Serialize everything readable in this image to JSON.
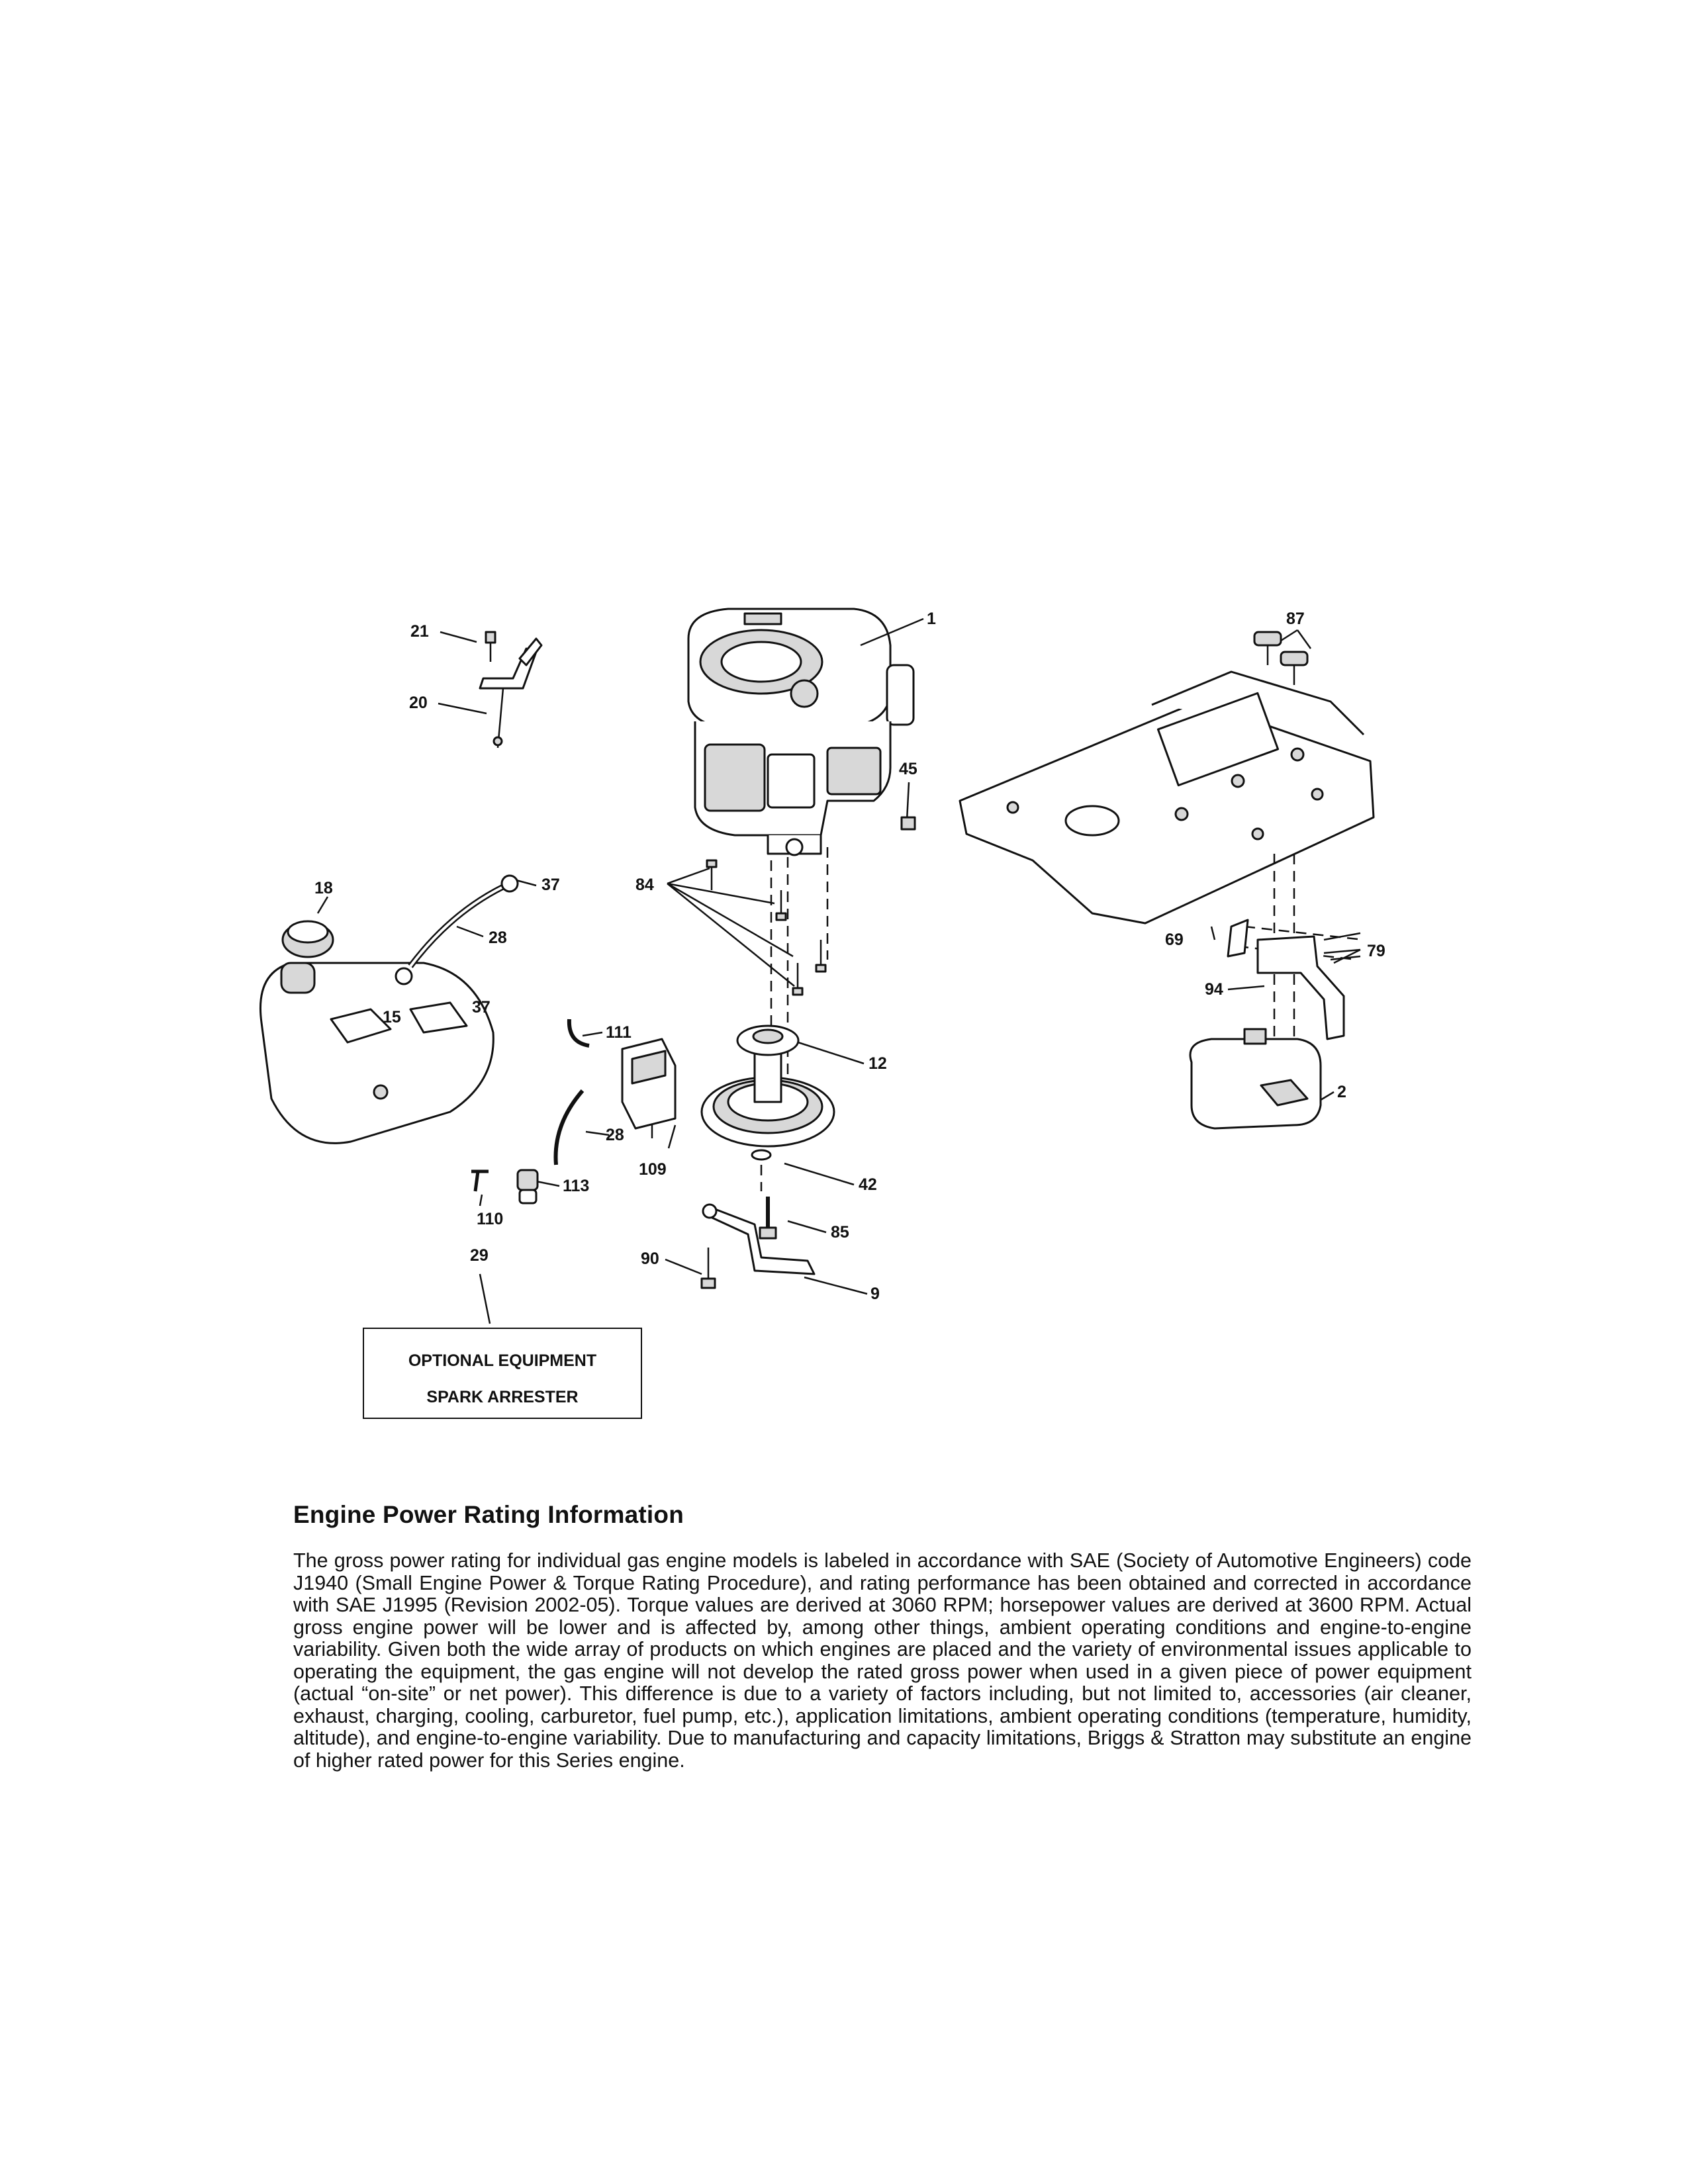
{
  "diagram": {
    "callouts": {
      "c1": "1",
      "c87": "87",
      "c21": "21",
      "c20": "20",
      "c45": "45",
      "c18": "18",
      "c37a": "37",
      "c28a": "28",
      "c37b": "37",
      "c84": "84",
      "c15": "15",
      "c69": "69",
      "c79": "79",
      "c94": "94",
      "c111": "111",
      "c12": "12",
      "c2": "2",
      "c28b": "28",
      "c109": "109",
      "c42": "42",
      "c113": "113",
      "c110": "110",
      "c85": "85",
      "c29": "29",
      "c90": "90",
      "c9": "9"
    },
    "optional_box": {
      "line1": "OPTIONAL EQUIPMENT",
      "line2": "SPARK ARRESTER"
    }
  },
  "section": {
    "title": "Engine Power Rating Information",
    "body": "The gross power rating for individual gas engine models is labeled in accordance with SAE (Society of Automotive Engineers) code J1940 (Small Engine Power & Torque Rating Procedure), and rating performance has been obtained and corrected in accordance with SAE J1995 (Revision 2002-05). Torque values are derived at 3060 RPM; horsepower values are derived at 3600 RPM. Actual gross engine power will be lower and is affected by, among other things, ambient operating conditions and engine-to-engine variability. Given both the wide array of products on which engines are placed and the variety of environmental issues applicable to operating the equipment, the gas engine will not develop the rated gross power when used in a given piece of power equipment (actual “on-site” or net power). This difference is due to a variety of factors including, but not limited to, accessories (air cleaner, exhaust, charging, cooling, carburetor, fuel pump, etc.), application limitations, ambient operating conditions (temperature, humidity, altitude), and engine-to-engine variability. Due to manufacturing and capacity limitations, Briggs & Stratton may substitute an engine of higher rated power for this Series engine."
  }
}
